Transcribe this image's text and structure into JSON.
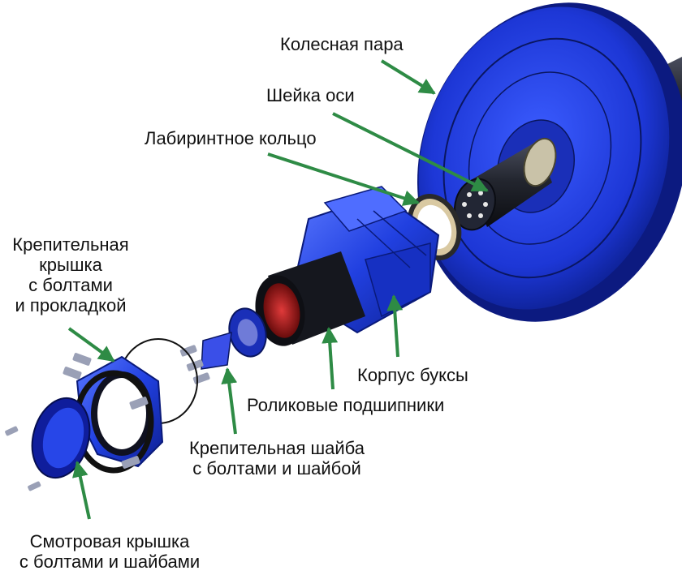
{
  "labels": {
    "wheelset": "Колесная пара",
    "axle_journal": "Шейка оси",
    "labyrinth_ring": "Лабиринтное кольцо",
    "fastening_cover": [
      "Крепительная",
      "крышка",
      "с болтами",
      "и прокладкой"
    ],
    "axlebox_housing": "Корпус буксы",
    "roller_bearings": "Роликовые подшипники",
    "fastening_washer": [
      "Крепительная шайба",
      "с болтами и шайбой"
    ],
    "inspection_cover": [
      "Смотровая крышка",
      "с болтами и шайбами"
    ]
  },
  "colors": {
    "part_blue": "#1f3fe0",
    "part_dark": "#0a1a7a",
    "pointer_green": "#2e8b45",
    "shaft": "#1b1e2a",
    "bearing_red": "#b01a1a"
  }
}
